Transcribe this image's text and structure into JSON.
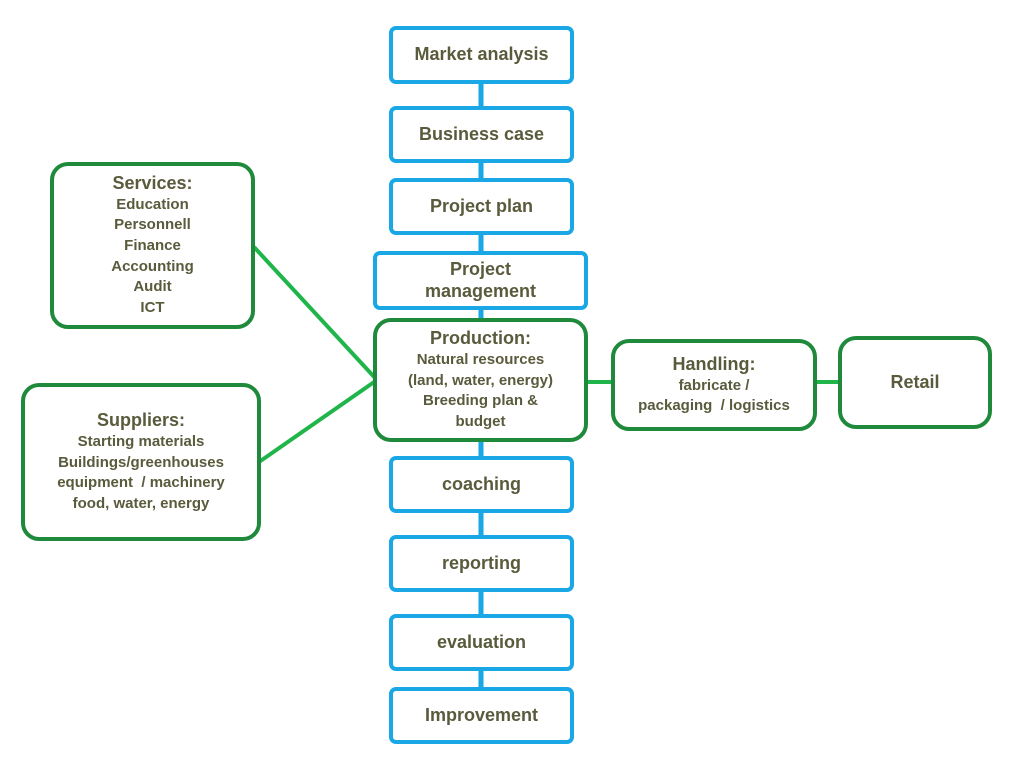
{
  "colors": {
    "process_border": "#1aa7e6",
    "group_border": "#1f8a3c",
    "green_line": "#1fb54a",
    "text": "#5a5a3c"
  },
  "process_steps": [
    "Market analysis",
    "Business case",
    "Project plan",
    "Project management",
    "coaching",
    "reporting",
    "evaluation",
    "Improvement"
  ],
  "services": {
    "title": "Services:",
    "items": [
      "Education",
      "Personnell",
      "Finance",
      "Accounting",
      "Audit",
      "ICT"
    ]
  },
  "suppliers": {
    "title": "Suppliers:",
    "items": [
      "Starting materials",
      "Buildings/greenhouses",
      "equipment  / machinery",
      "food, water, energy"
    ]
  },
  "production": {
    "title": "Production:",
    "items": [
      "Natural resources",
      "(land, water, energy)",
      "Breeding plan &",
      "budget"
    ]
  },
  "handling": {
    "title": "Handling:",
    "items": [
      "fabricate /",
      "packaging  / logistics"
    ]
  },
  "retail": {
    "label": "Retail"
  }
}
